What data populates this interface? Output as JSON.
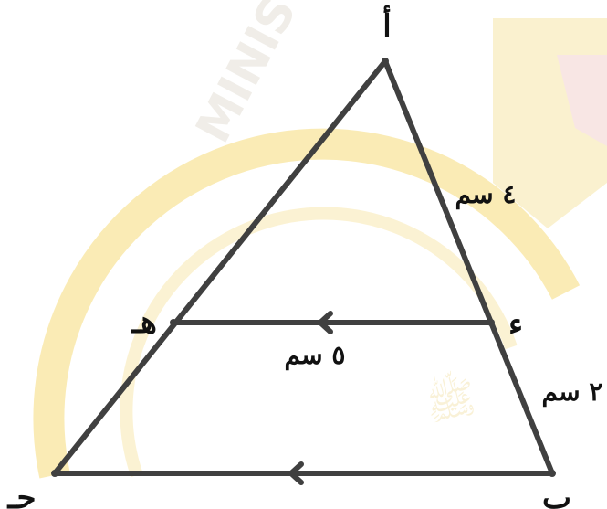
{
  "watermark": {
    "text": "MINISTRY OF",
    "colors": {
      "arc": "#f6dc7a",
      "seal": "#f3d2cf",
      "text": "#e4e0d6"
    }
  },
  "colors": {
    "line": "#404040",
    "label": "#111111"
  },
  "vertices": {
    "a": "أ",
    "b": "ب",
    "c": "جـ",
    "d": "ء",
    "e": "هـ"
  },
  "measurements": {
    "ad": "٤ سم",
    "db": "٢ سم",
    "de": "٥ سم"
  },
  "markers": {
    "parallel_arrow": "chevron-left-icon"
  }
}
